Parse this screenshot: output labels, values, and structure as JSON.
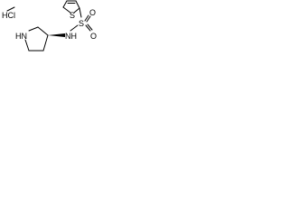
{
  "structure": {
    "salt_label": "HCl",
    "atoms": {
      "thiophene_s": "S",
      "sulfonyl_s": "S",
      "oxygen_top": "O",
      "oxygen_bottom": "O",
      "amide_nh": "NH",
      "ring_nh": "HN"
    }
  },
  "colors": {
    "ink": "#000000",
    "background": "#ffffff"
  }
}
